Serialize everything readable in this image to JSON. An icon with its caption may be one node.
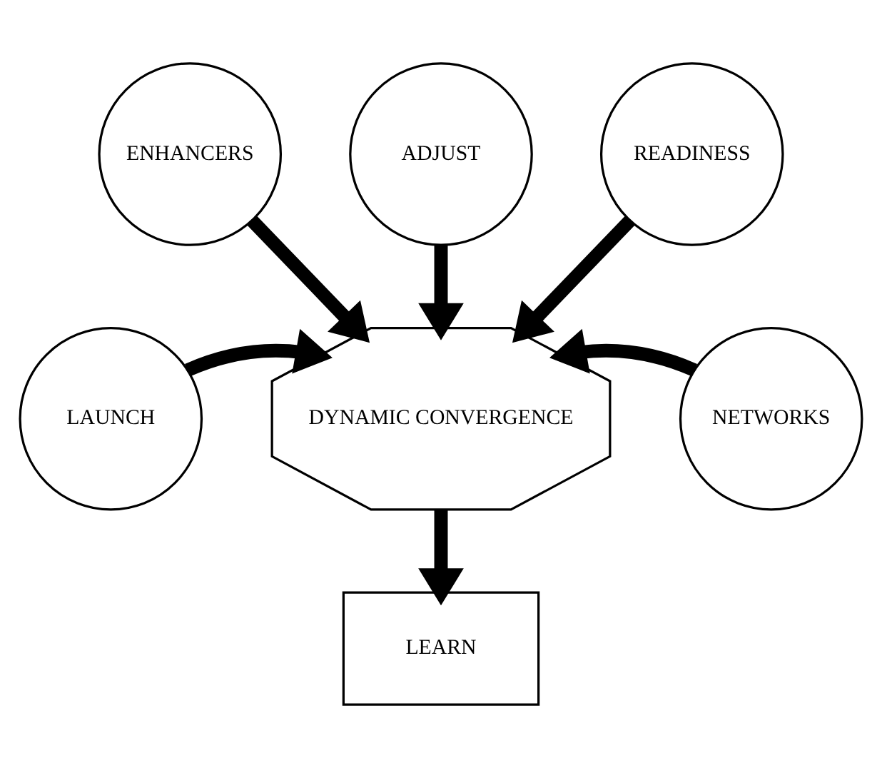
{
  "diagram": {
    "nodes": [
      {
        "text": [
          "ADJUST"
        ]
      },
      {
        "text": [
          "ENHANCERS"
        ]
      },
      {
        "text": [
          "READINESS"
        ]
      },
      {
        "text": [
          "DYNAMIC CONVERGENCE"
        ]
      },
      {
        "text": [
          "LAUNCH"
        ]
      },
      {
        "text": [
          "NETWORKS"
        ]
      },
      {
        "text": [
          "LEARN"
        ]
      }
    ],
    "edges": [
      {
        "from": 0,
        "to": 3,
        "arrow": "to"
      },
      {
        "from": 1,
        "to": 3,
        "arrow": "to"
      },
      {
        "from": 2,
        "to": 3,
        "arrow": "to"
      },
      {
        "from": 4,
        "to": 3,
        "arrow": "to"
      },
      {
        "from": 5,
        "to": 3,
        "arrow": "to"
      },
      {
        "from": 3,
        "to": 6,
        "arrow": "to"
      }
    ]
  }
}
